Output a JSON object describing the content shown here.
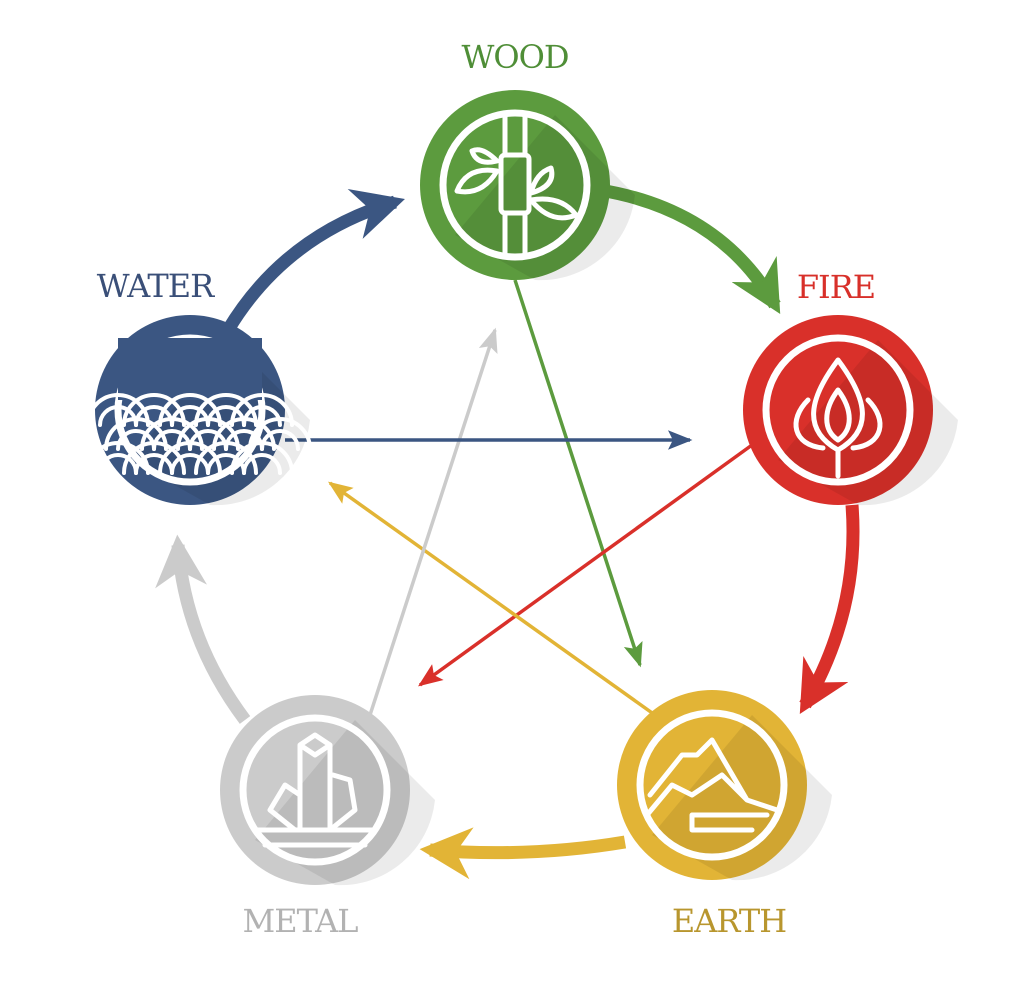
{
  "elements": [
    {
      "id": "wood",
      "label": "WOOD",
      "color": "#5c9b3e",
      "label_color": "#4f8e37",
      "icon": "bamboo-icon"
    },
    {
      "id": "fire",
      "label": "FIRE",
      "color": "#d9302a",
      "label_color": "#d8302a",
      "icon": "flame-icon"
    },
    {
      "id": "earth",
      "label": "EARTH",
      "color": "#e2b436",
      "label_color": "#b8962e",
      "icon": "mountain-icon"
    },
    {
      "id": "metal",
      "label": "METAL",
      "color": "#cbcbcb",
      "label_color": "#b2b2b2",
      "icon": "crystal-icon"
    },
    {
      "id": "water",
      "label": "WATER",
      "color": "#3b5682",
      "label_color": "#3a4f78",
      "icon": "waves-icon"
    }
  ],
  "generating_cycle": [
    [
      "wood",
      "fire"
    ],
    [
      "fire",
      "earth"
    ],
    [
      "earth",
      "metal"
    ],
    [
      "metal",
      "water"
    ],
    [
      "water",
      "wood"
    ]
  ],
  "controlling_cycle": [
    [
      "wood",
      "earth"
    ],
    [
      "fire",
      "metal"
    ],
    [
      "earth",
      "water"
    ],
    [
      "metal",
      "wood"
    ],
    [
      "water",
      "fire"
    ]
  ]
}
